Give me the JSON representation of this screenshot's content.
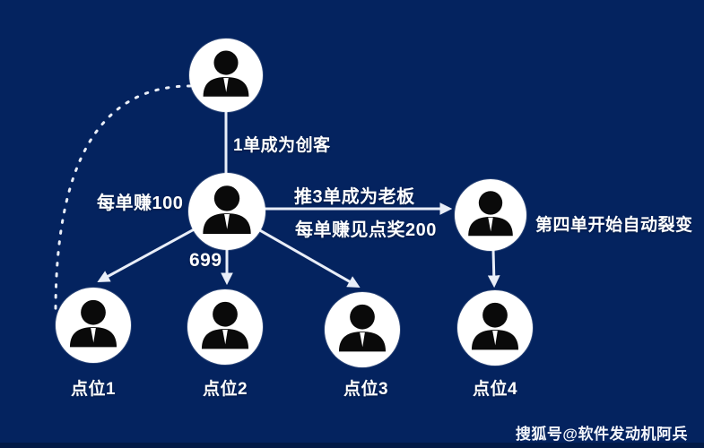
{
  "colors": {
    "background": "#04235f",
    "bottom_strip": "#021a47",
    "node_fill": "#ffffff",
    "person_icon": "#0a0a0a",
    "connector_line": "#e9eef8",
    "label_text": "#ffffff"
  },
  "nodes": {
    "top_person": {
      "icon": "person-icon"
    },
    "middle_person": {
      "icon": "person-icon"
    },
    "right_person": {
      "icon": "person-icon"
    },
    "slot_persons_icon": "person-icon"
  },
  "edge_labels": {
    "top_to_middle": "1单成为创客",
    "earn_per_order": "每单赚100",
    "order_price": "699",
    "promote_boss": "推3单成为老板",
    "spot_reward": "每单赚见点奖200",
    "auto_fission": "第四单开始自动裂变"
  },
  "slots": [
    {
      "label": "点位1"
    },
    {
      "label": "点位2"
    },
    {
      "label": "点位3"
    },
    {
      "label": "点位4"
    }
  ],
  "watermark": "搜狐号@软件发动机阿兵"
}
